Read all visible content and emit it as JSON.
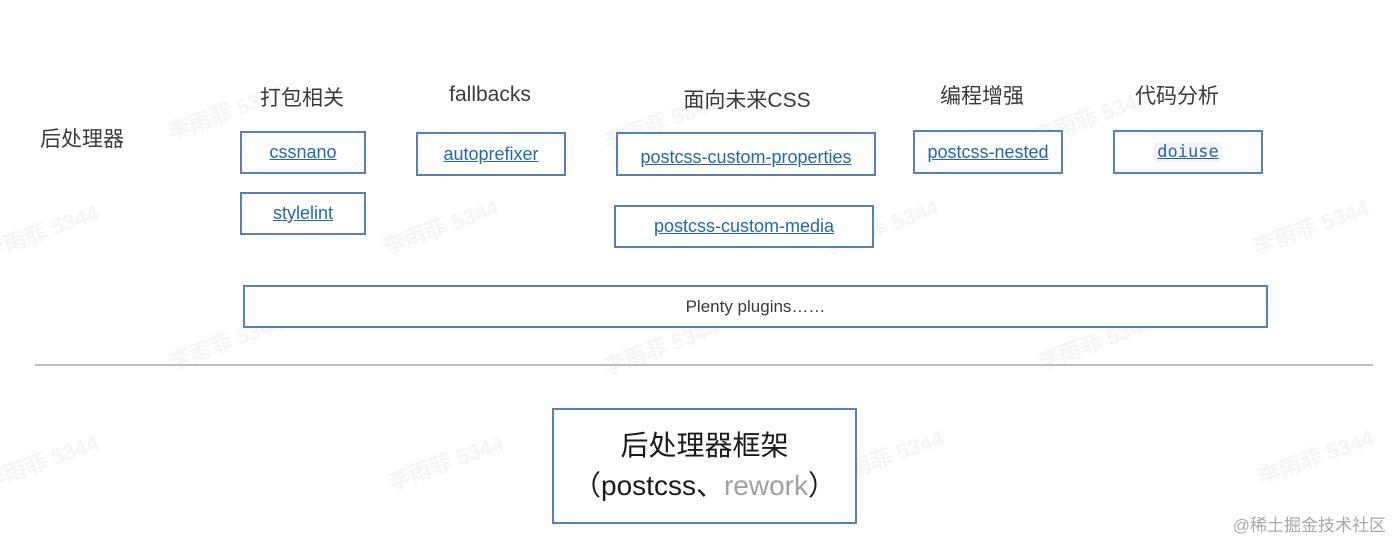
{
  "side_label": "后处理器",
  "categories": [
    {
      "title": "打包相关",
      "plugins": [
        "cssnano",
        "stylelint"
      ]
    },
    {
      "title": "fallbacks",
      "plugins": [
        "autoprefixer"
      ]
    },
    {
      "title": "面向未来CSS",
      "plugins": [
        "postcss-custom-properties",
        "postcss-custom-media"
      ]
    },
    {
      "title": "编程增强",
      "plugins": [
        "postcss-nested"
      ]
    },
    {
      "title": "代码分析",
      "plugins": [
        "doiuse"
      ]
    }
  ],
  "plenty_label": "Plenty plugins……",
  "framework": {
    "title": "后处理器框架",
    "open_paren": "（",
    "primary": "postcss",
    "separator": "、",
    "secondary": "rework",
    "close_paren": "）"
  },
  "watermark_text": "李雨菲 5344",
  "credit": "@稀土掘金技术社区",
  "colors": {
    "box_border": "#5a7fbe",
    "link": "#2266b8",
    "muted": "#a0a0a0",
    "divider": "#bdbdbd"
  }
}
